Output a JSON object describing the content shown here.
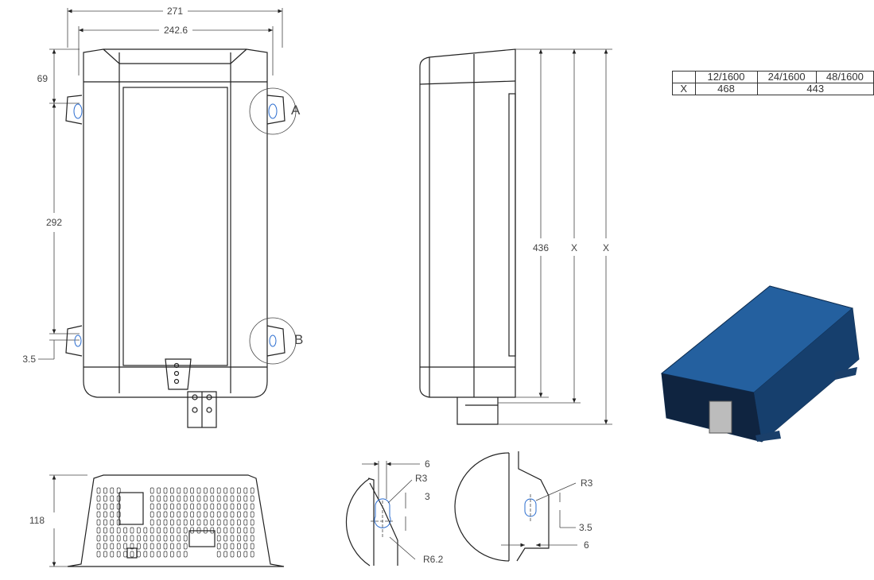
{
  "front_view": {
    "overall_width": "271",
    "mount_width": "242.6",
    "top_offset": "69",
    "hole_spacing": "292",
    "bottom_offset": "3.5",
    "detail_a": "A",
    "detail_b": "B"
  },
  "side_view": {
    "height": "436",
    "x_label_1": "X",
    "x_label_2": "X"
  },
  "bottom_view": {
    "height": "118"
  },
  "detail_a_view": {
    "slot_width": "6",
    "radius_top": "R3",
    "offset": "3",
    "radius_bottom": "R6.2"
  },
  "detail_b_view": {
    "radius": "R3",
    "offset": "3.5",
    "slot_width": "6"
  },
  "spec_table": {
    "header": [
      "",
      "12/1600",
      "24/1600",
      "48/1600"
    ],
    "row_label": "X",
    "value_12": "468",
    "value_24_48": "443"
  },
  "colors": {
    "product_body": "#1d4f87",
    "hole_outline": "#2a6ccf"
  }
}
